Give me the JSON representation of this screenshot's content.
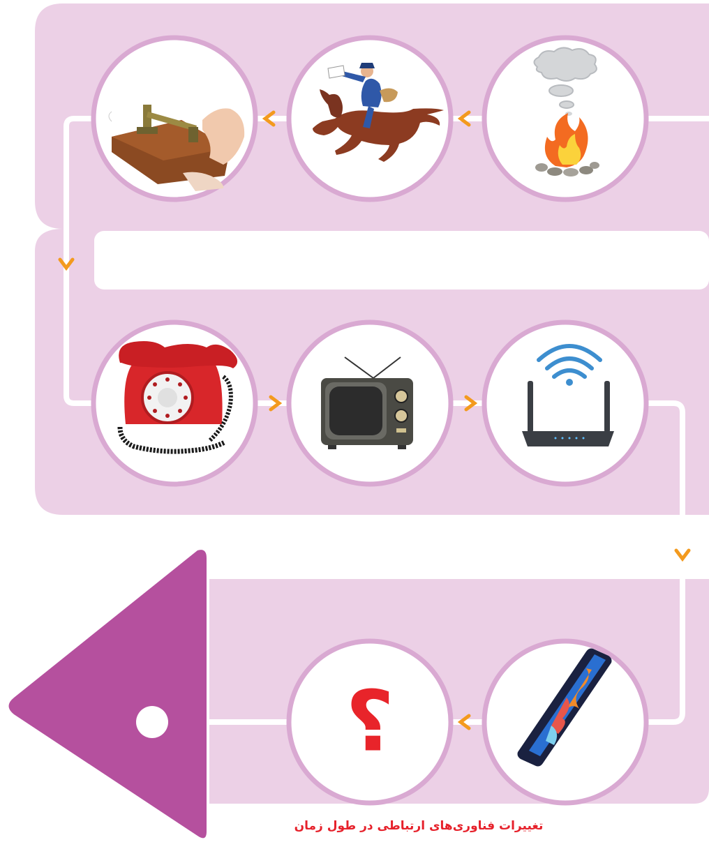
{
  "diagram": {
    "colors": {
      "band": "#ecd0e6",
      "ring": "#d9a9d2",
      "line": "#ffffff",
      "arrow": "#f39a1e",
      "pointer": "#b5509e",
      "question_mark": "#e8242a",
      "caption": "#e6212b"
    },
    "stages": [
      {
        "id": "smoke-fire",
        "icon": "smoke-signal-fire-icon"
      },
      {
        "id": "horse-courier",
        "icon": "horse-rider-courier-icon"
      },
      {
        "id": "telegraph",
        "icon": "telegraph-key-icon"
      },
      {
        "id": "telephone",
        "icon": "rotary-telephone-icon"
      },
      {
        "id": "television",
        "icon": "television-icon"
      },
      {
        "id": "wifi-router",
        "icon": "wifi-router-icon"
      },
      {
        "id": "smartphone",
        "icon": "smartphone-icon"
      },
      {
        "id": "future",
        "icon": "question-mark-icon",
        "text": "؟"
      }
    ],
    "caption": "تغییرات فناوری‌های ارتباطی در طول زمان"
  }
}
